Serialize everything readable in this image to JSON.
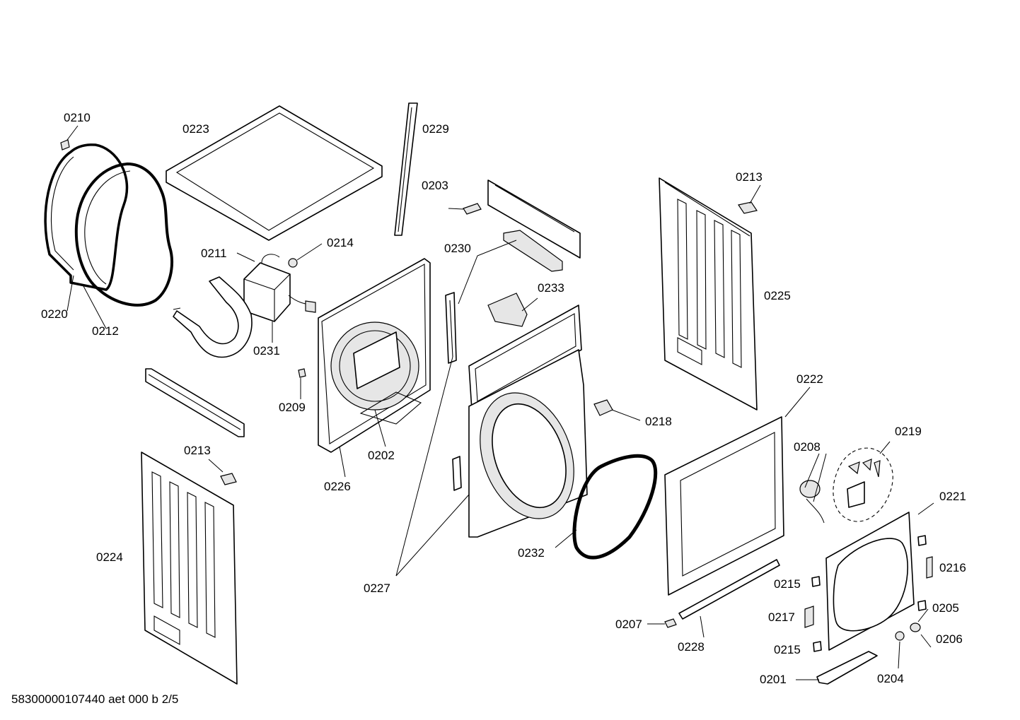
{
  "document_code": "58300000107440 aet 000 b 2/5",
  "labels": {
    "p0201": "0201",
    "p0202": "0202",
    "p0203": "0203",
    "p0204": "0204",
    "p0205": "0205",
    "p0206": "0206",
    "p0207": "0207",
    "p0208": "0208",
    "p0209": "0209",
    "p0210": "0210",
    "p0211": "0211",
    "p0212": "0212",
    "p0213": "0213",
    "p0214": "0214",
    "p0215": "0215",
    "p0216": "0216",
    "p0217": "0217",
    "p0218": "0218",
    "p0219": "0219",
    "p0220": "0220",
    "p0221": "0221",
    "p0222": "0222",
    "p0223": "0223",
    "p0224": "0224",
    "p0225": "0225",
    "p0226": "0226",
    "p0227": "0227",
    "p0228": "0228",
    "p0229": "0229",
    "p0230": "0230",
    "p0231": "0231",
    "p0232": "0232",
    "p0233": "0233"
  }
}
